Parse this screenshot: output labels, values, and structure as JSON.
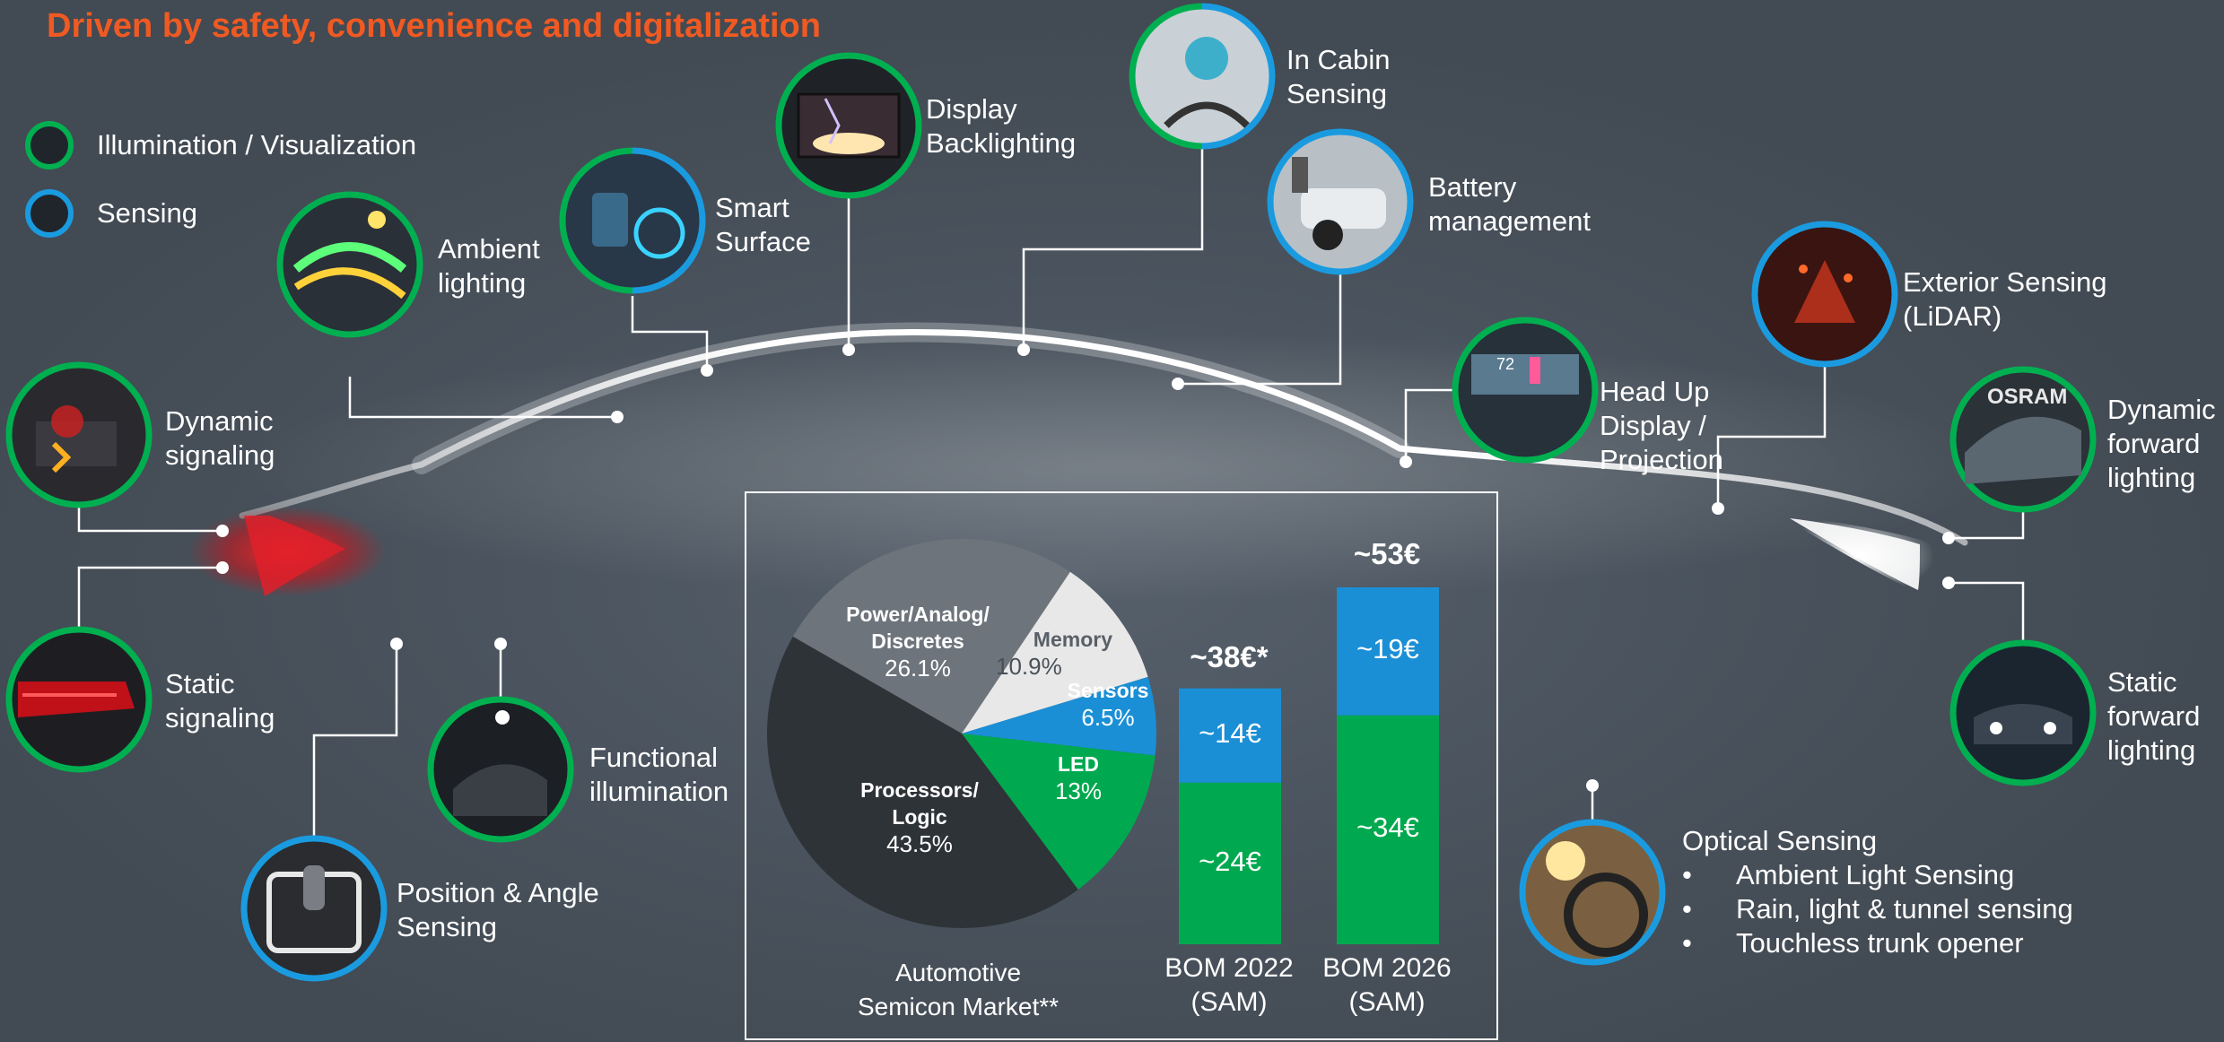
{
  "title": "Driven by safety, convenience and digitalization",
  "legend": [
    {
      "label": "Illumination / Visualization",
      "ring_color": "#00b050"
    },
    {
      "label": "Sensing",
      "ring_color": "#1a9be0"
    }
  ],
  "applications": [
    {
      "id": "ambient-lighting",
      "lines": [
        "Ambient",
        "lighting"
      ],
      "ring": "green",
      "icon": "ambient-lighting-icon"
    },
    {
      "id": "smart-surface",
      "lines": [
        "Smart",
        "Surface"
      ],
      "ring": "mixed",
      "icon": "smart-surface-icon"
    },
    {
      "id": "display-backlighting",
      "lines": [
        "Display",
        "Backlighting"
      ],
      "ring": "green",
      "icon": "display-backlighting-icon"
    },
    {
      "id": "in-cabin-sensing",
      "lines": [
        "In Cabin",
        "Sensing"
      ],
      "ring": "mixed",
      "icon": "in-cabin-sensing-icon"
    },
    {
      "id": "battery-management",
      "lines": [
        "Battery",
        "management"
      ],
      "ring": "blue",
      "icon": "battery-management-icon"
    },
    {
      "id": "head-up-display",
      "lines": [
        "Head Up",
        "Display /",
        "Projection"
      ],
      "ring": "green",
      "icon": "head-up-display-icon"
    },
    {
      "id": "exterior-sensing",
      "lines": [
        "Exterior Sensing",
        "(LiDAR)"
      ],
      "ring": "blue",
      "icon": "lidar-icon"
    },
    {
      "id": "dynamic-forward-lighting",
      "lines": [
        "Dynamic",
        "forward",
        "lighting"
      ],
      "ring": "green",
      "icon": "dynamic-forward-lighting-icon"
    },
    {
      "id": "static-forward-lighting",
      "lines": [
        "Static",
        "forward",
        "lighting"
      ],
      "ring": "green",
      "icon": "static-forward-lighting-icon"
    },
    {
      "id": "dynamic-signaling",
      "lines": [
        "Dynamic",
        "signaling"
      ],
      "ring": "green",
      "icon": "dynamic-signaling-icon"
    },
    {
      "id": "static-signaling",
      "lines": [
        "Static",
        "signaling"
      ],
      "ring": "green",
      "icon": "static-signaling-icon"
    },
    {
      "id": "functional-illumination",
      "lines": [
        "Functional",
        "illumination"
      ],
      "ring": "green",
      "icon": "functional-illumination-icon"
    },
    {
      "id": "position-angle-sensing",
      "lines": [
        "Position & Angle",
        "Sensing"
      ],
      "ring": "blue",
      "icon": "gear-shift-icon"
    },
    {
      "id": "optical-sensing",
      "lines": [
        "Optical Sensing"
      ],
      "ring": "blue",
      "icon": "optical-sensing-icon"
    }
  ],
  "optical_sensing_items": [
    "Ambient Light Sensing",
    "Rain, light & tunnel sensing",
    "Touchless trunk opener"
  ],
  "bullet_glyph": "•",
  "colors": {
    "green": "#00b050",
    "blue": "#1a9be0",
    "title": "#f05a22",
    "taillight": "#e0202a"
  },
  "chart_data": [
    {
      "type": "pie",
      "title": "Automotive Semicon Market**",
      "title_lines": [
        "Automotive",
        "Semicon Market**"
      ],
      "slices": [
        {
          "name_lines": [
            "Power/Analog/",
            "Discretes"
          ],
          "value_label": "26.1%",
          "value": 26.1,
          "color": "#6d747b"
        },
        {
          "name_lines": [
            "Memory"
          ],
          "value_label": "10.9%",
          "value": 10.9,
          "color": "#e8e8e8"
        },
        {
          "name_lines": [
            "Sensors"
          ],
          "value_label": "6.5%",
          "value": 6.5,
          "color": "#1a8fd6"
        },
        {
          "name_lines": [
            "LED"
          ],
          "value_label": "13%",
          "value": 13,
          "color": "#00a94f"
        },
        {
          "name_lines": [
            "Processors/",
            "Logic"
          ],
          "value_label": "43.5%",
          "value": 43.5,
          "color": "#2e3338"
        }
      ]
    },
    {
      "type": "bar",
      "stacked": true,
      "categories": [
        [
          "BOM 2022",
          "(SAM)"
        ],
        [
          "BOM 2026",
          "(SAM)"
        ]
      ],
      "totals": [
        "~38€*",
        "~53€"
      ],
      "total_values": [
        38,
        53
      ],
      "series": [
        {
          "values": [
            24,
            34
          ],
          "value_labels": [
            "~24€",
            "~34€"
          ],
          "color": "#00a94f"
        },
        {
          "values": [
            14,
            19
          ],
          "value_labels": [
            "~14€",
            "~19€"
          ],
          "color": "#1a8fd6"
        }
      ],
      "ylim": [
        0,
        53
      ]
    }
  ]
}
